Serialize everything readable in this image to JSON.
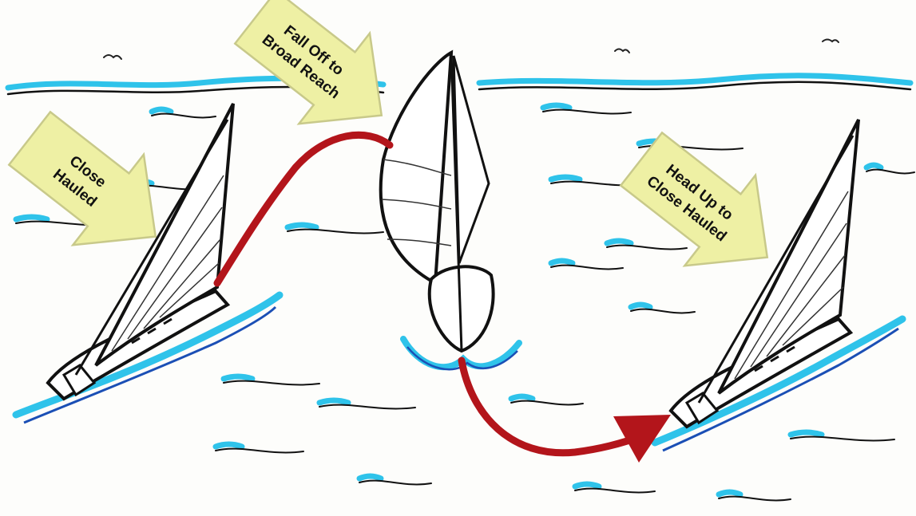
{
  "labels": {
    "close_hauled": [
      "Close",
      "Hauled"
    ],
    "fall_off": [
      "Fall Off to",
      "Broad Reach"
    ],
    "head_up": [
      "Head Up to",
      "Close Hauled"
    ]
  },
  "colors": {
    "water_blue": "#2fc3ea",
    "ink": "#111111",
    "course_red": "#b3151b",
    "callout_fill": "#eef0a4",
    "callout_stroke": "#c8c98a",
    "sail_fill": "#ffffff"
  },
  "icons": [
    "sailboat-close-hauled-icon",
    "sailboat-broad-reach-icon",
    "sailboat-head-up-icon",
    "course-arrow-icon",
    "callout-arrow-icon",
    "seagull-icon"
  ]
}
